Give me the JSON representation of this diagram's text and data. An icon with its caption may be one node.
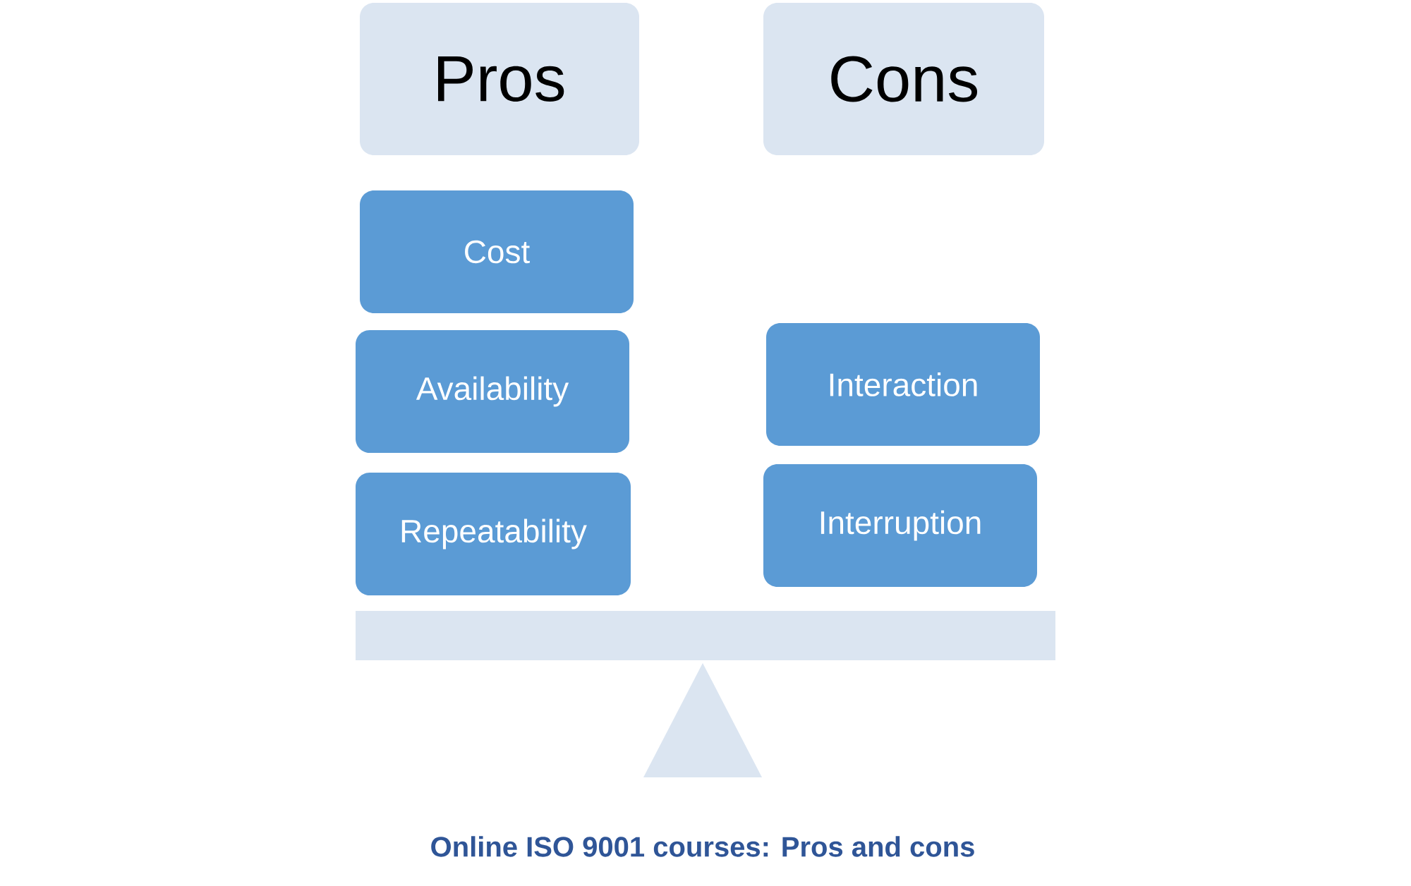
{
  "diagram": {
    "caption": "Online ISO 9001 courses: Pros and cons",
    "nodes": [
      {
        "text": [
          "Pros"
        ]
      },
      {
        "text": [
          "Cons"
        ]
      },
      {
        "text": [
          "Cost"
        ]
      },
      {
        "text": [
          "Availability"
        ]
      },
      {
        "text": [
          "Repeatability"
        ]
      },
      {
        "text": [
          "Interaction"
        ]
      },
      {
        "text": [
          "Interruption"
        ]
      }
    ]
  }
}
